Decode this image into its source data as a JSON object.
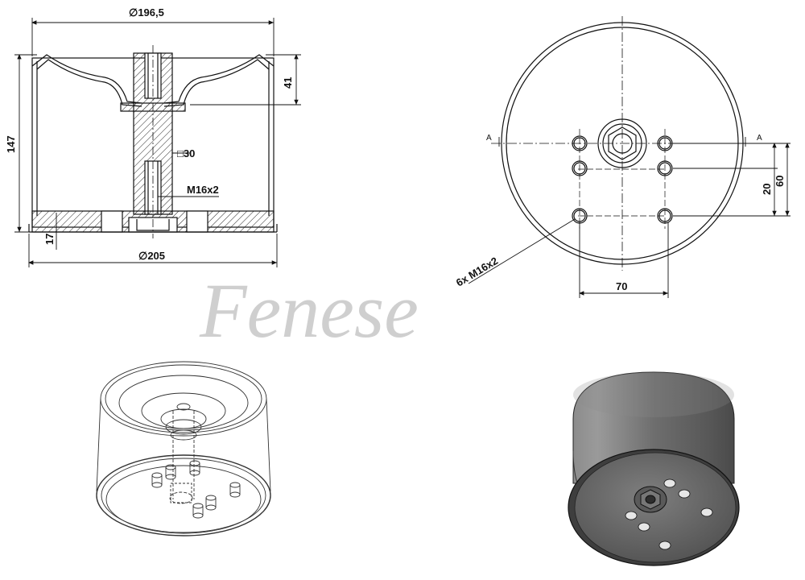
{
  "brand": {
    "watermark": "Fenese"
  },
  "dimensions": {
    "top_diameter": "∅196,5",
    "height": "147",
    "rim_depth": "41",
    "square_key": "□30",
    "inner_thread": "M16x2",
    "base_thickness": "17",
    "base_diameter": "∅205",
    "section_left": "A",
    "section_right": "A",
    "hole_spacing_small": "20",
    "hole_spacing_large": "60",
    "hole_spacing_horizontal": "70",
    "hole_callout": "6x M16x2"
  },
  "colors": {
    "line": "#111111",
    "watermark": "#cfcfcf",
    "solid_body": "#7a7a7a"
  }
}
